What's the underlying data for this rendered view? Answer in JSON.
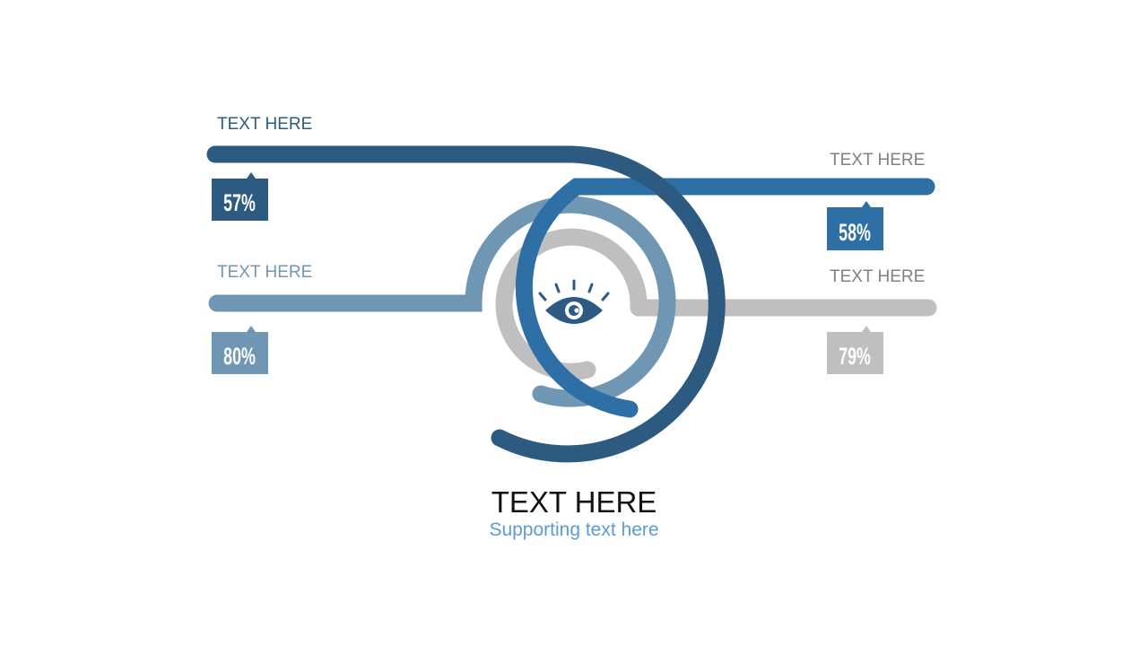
{
  "colors": {
    "navy": "#2c5a80",
    "blue": "#2e6fa6",
    "steel": "#6f97b3",
    "gray": "#bfbfbf",
    "label_gray": "#808080",
    "subtitle": "#5b9bd5"
  },
  "items": [
    {
      "label": "TEXT HERE",
      "percent": "57%",
      "color": "navy"
    },
    {
      "label": "TEXT HERE",
      "percent": "58%",
      "color": "blue"
    },
    {
      "label": "TEXT HERE",
      "percent": "80%",
      "color": "steel"
    },
    {
      "label": "TEXT HERE",
      "percent": "79%",
      "color": "gray"
    }
  ],
  "center_icon": "eye-icon",
  "title": "TEXT HERE",
  "subtitle": "Supporting text here"
}
